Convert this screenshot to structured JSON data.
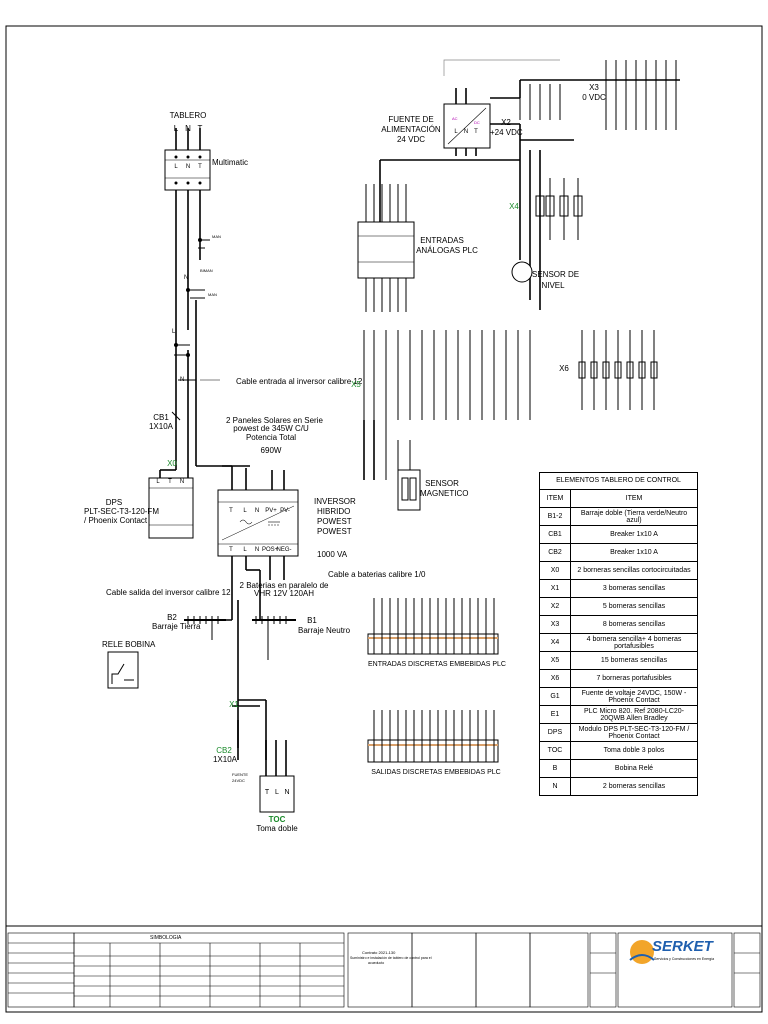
{
  "diagram": {
    "tablero": {
      "title": "TABLERO",
      "top_terminals": [
        "L",
        "N",
        "T"
      ],
      "bottom_terminals": [
        "L",
        "N",
        "T"
      ],
      "meter_label": "Multimatic"
    },
    "breaker_labels": [
      "MAN",
      "BIMAN",
      "MAN",
      "L",
      "N",
      "N"
    ],
    "inverter_cable_in": "Cable entrada al inversor calibre 12",
    "cb1": {
      "name": "CB1",
      "rating": "1X10A"
    },
    "x0": "X0",
    "panels": {
      "line1": "2 Paneles Solares en Serie",
      "line2": "powest de 345W C/U",
      "line3": "Potencia Total",
      "line4": "690W"
    },
    "dps": {
      "name": "DPS",
      "model": "PLT-SEC-T3-120-FM",
      "brand": "/ Phoenix Contact",
      "terminals": [
        "L",
        "T",
        "N"
      ]
    },
    "inverter": {
      "line1": "INVERSOR",
      "line2": "HIBRIDO",
      "line3": "POWEST",
      "line4": "POWEST",
      "line5": "1000 VA",
      "top_terminals": [
        "T",
        "L",
        "N",
        "PV+",
        "PV-"
      ],
      "bottom_terminals": [
        "T",
        "L",
        "N",
        "POS+",
        "NEG-"
      ]
    },
    "batteries": {
      "line1": "2 Baterias en paralelo de",
      "line2": "VHR 12V 120AH"
    },
    "cable_batteries": "Cable a baterias calibre 1/0",
    "cable_inverter_out": "Cable salida del inversor calibre 12",
    "b2": {
      "name": "B2",
      "label": "Barraje Tierra"
    },
    "b1": {
      "name": "B1",
      "label": "Barraje Neutro"
    },
    "rele": "RELE BOBINA",
    "x1": "X1",
    "cb2": {
      "name": "CB2",
      "rating": "1X10A",
      "note1": "FUENTE",
      "note2": "24VDC"
    },
    "toc": {
      "name": "TOC",
      "label": "Toma doble",
      "terminals": [
        "T",
        "L",
        "N"
      ]
    },
    "fuente": {
      "line1": "FUENTE DE",
      "line2": "ALIMENTACIÓN",
      "line3": "24 VDC",
      "ac": "AC",
      "dc": "DC",
      "terminals": [
        "L",
        "N",
        "T"
      ]
    },
    "x2": {
      "name": "X2",
      "label": "+24 VDC"
    },
    "x3": {
      "name": "X3",
      "label": "0 VDC"
    },
    "x4": "X4",
    "x5": "X5",
    "x6": "X6",
    "entradas_analogas": {
      "line1": "ENTRADAS",
      "line2": "ANÁLOGAS PLC"
    },
    "sensor_nivel": {
      "line1": "SENSOR DE",
      "line2": "NIVEL"
    },
    "sensor_magnetico": {
      "line1": "SENSOR",
      "line2": "MAGNETICO"
    },
    "entradas_discretas": "ENTRADAS DISCRETAS EMBEBIDAS PLC",
    "salidas_discretas": "SALIDAS DISCRETAS EMBEBIDAS PLC"
  },
  "table": {
    "title": "ELEMENTOS TABLERO DE CONTROL",
    "header": [
      "ITEM",
      "ITEM"
    ],
    "rows": [
      [
        "B1-2",
        "Barraje doble (Tierra verde/Neutro azul)"
      ],
      [
        "CB1",
        "Breaker 1x10 A"
      ],
      [
        "CB2",
        "Breaker 1x10 A"
      ],
      [
        "X0",
        "2 borneras sencillas cortocircuitadas"
      ],
      [
        "X1",
        "3 borneras sencillas"
      ],
      [
        "X2",
        "5 borneras sencillas"
      ],
      [
        "X3",
        "8 borneras sencillas"
      ],
      [
        "X4",
        "4 bornera sencilla+ 4 borneras portafusibles"
      ],
      [
        "X5",
        "15 borneras sencillas"
      ],
      [
        "X6",
        "7 borneras portafusibles"
      ],
      [
        "G1",
        "Fuente de voltaje 24VDC, 150W - Phoenix Contact"
      ],
      [
        "E1",
        "PLC Micro 820. Ref 2080-LC20-20QWB Allen Bradley"
      ],
      [
        "DPS",
        "Modulo DPS PLT-SEC-T3-120-FM / Phoenix Contact"
      ],
      [
        "TOC",
        "Toma doble 3 polos"
      ],
      [
        "B",
        "Bobina Relé"
      ],
      [
        "N",
        "2 borneras sencillas"
      ]
    ]
  },
  "title_block": {
    "simbologia": "SIMBOLOGIA",
    "project_line1": "Contrato 2021-130",
    "project_line2": "Suministro e instalación de tablero de control para el",
    "project_line3": "acueducto",
    "brand": "SERKET",
    "brand_sub": "Servicios y Construcciones en Energía",
    "brand_color": "#1f5fae",
    "accent_color": "#f2a52a"
  },
  "colors": {
    "wire": "#000000",
    "terminal_strip": "#d9a06a",
    "green_label": "#1a8a2a"
  }
}
